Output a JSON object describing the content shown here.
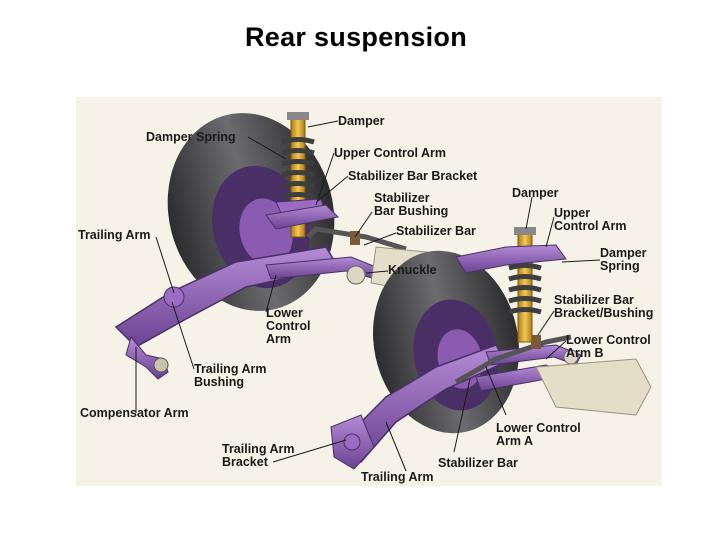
{
  "title": "Rear suspension",
  "labels": {
    "damper_left": "Damper",
    "damper_spring_left": "Damper Spring",
    "upper_control_arm_left": "Upper Control Arm",
    "stabilizer_bar_bracket": "Stabilizer Bar Bracket",
    "stabilizer_bar_bushing_1": "Stabilizer",
    "stabilizer_bar_bushing_2": "Bar Bushing",
    "stabilizer_bar_upper": "Stabilizer Bar",
    "trailing_arm_left": "Trailing Arm",
    "knuckle": "Knuckle",
    "lower_control_arm_1": "Lower",
    "lower_control_arm_2": "Control",
    "lower_control_arm_3": "Arm",
    "trailing_arm_bushing_1": "Trailing Arm",
    "trailing_arm_bushing_2": "Bushing",
    "compensator_arm": "Compensator Arm",
    "damper_right": "Damper",
    "upper_control_arm_right_1": "Upper",
    "upper_control_arm_right_2": "Control Arm",
    "damper_spring_right_1": "Damper",
    "damper_spring_right_2": "Spring",
    "stabilizer_bracket_bushing_1": "Stabilizer Bar",
    "stabilizer_bracket_bushing_2": "Bracket/Bushing",
    "lower_control_arm_b_1": "Lower Control",
    "lower_control_arm_b_2": "Arm B",
    "lower_control_arm_a_1": "Lower Control",
    "lower_control_arm_a_2": "Arm A",
    "trailing_arm_bracket_1": "Trailing Arm",
    "trailing_arm_bracket_2": "Bracket",
    "stabilizer_bar_lower": "Stabilizer Bar",
    "trailing_arm_bottom": "Trailing Arm"
  },
  "colors": {
    "arm": "#8a5bb0",
    "arm_dark": "#5d3a80",
    "tire": "#3a3a3c",
    "tire_light": "#6e6e72",
    "hub": "#7a4ea6",
    "spring": "#4a4a4a",
    "damper": "#e0a82a",
    "background": "#f6f2e7",
    "leader": "#1a1a1a"
  }
}
